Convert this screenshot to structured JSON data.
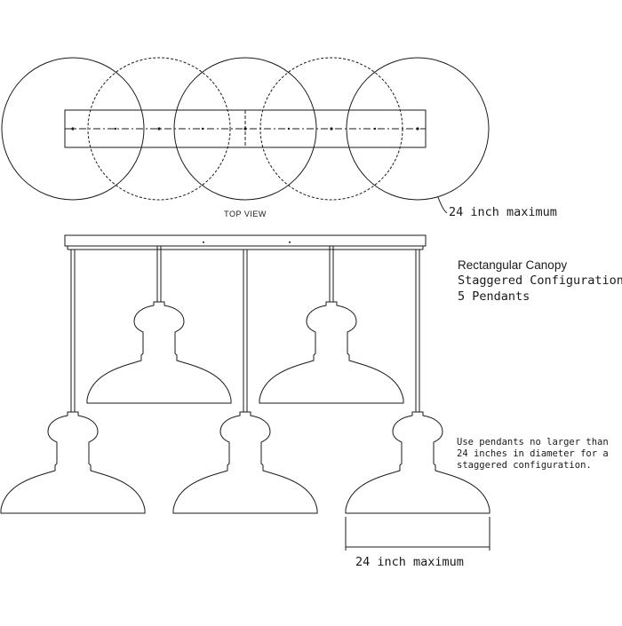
{
  "colors": {
    "line": "#1a1a1a",
    "background": "#ffffff"
  },
  "top_view": {
    "label": "TOP VIEW",
    "max_label": "24 inch maximum"
  },
  "info": {
    "title": "Rectangular Canopy",
    "line1": "Staggered Configuration",
    "line2": "5 Pendants"
  },
  "note": {
    "line1": "Use pendants no larger than",
    "line2": "24 inches in diameter for a",
    "line3": "staggered configuration."
  },
  "dimension": {
    "label": "24 inch maximum"
  }
}
